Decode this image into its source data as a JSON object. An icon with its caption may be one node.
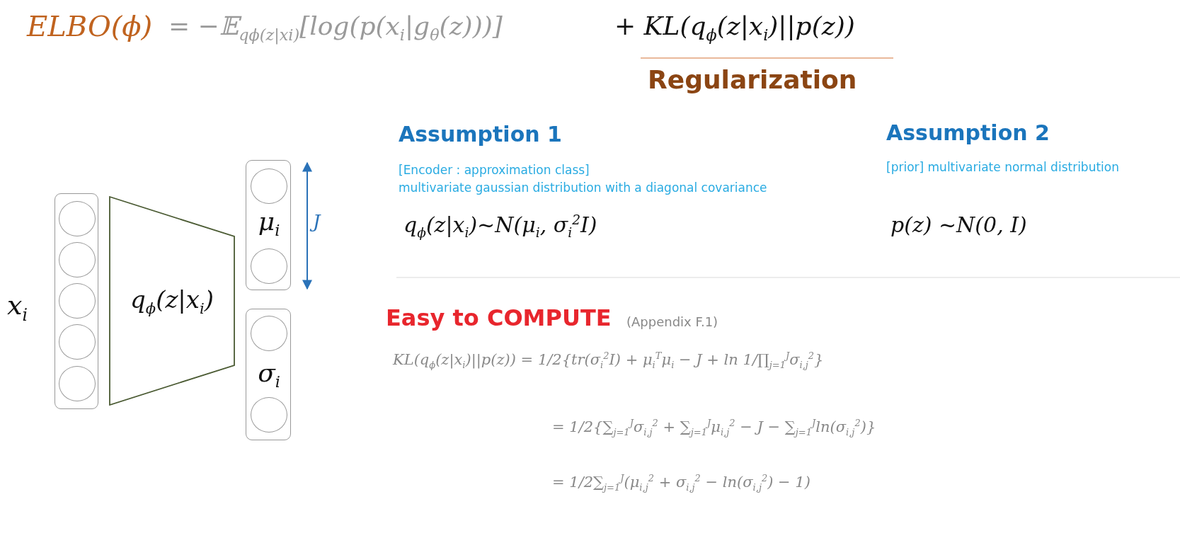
{
  "diagram": {
    "nodes": [
      {
        "text": [],
        "shape": "box",
        "beside": [
          "x$_{i}$"
        ]
      },
      {
        "text": [],
        "shape": "circle",
        "in": 0
      },
      {
        "text": [],
        "shape": "circle",
        "in": 0
      },
      {
        "text": [],
        "shape": "circle",
        "in": 0
      },
      {
        "text": [],
        "shape": "circle",
        "in": 0
      },
      {
        "text": [],
        "shape": "circle",
        "in": 0
      },
      {
        "text": [
          "q$_{ϕ}$(z|x$_{i}$)"
        ]
      },
      {
        "text": [
          "μ$_{i}$"
        ]
      },
      {
        "text": [],
        "shape": "circle",
        "in": 7
      },
      {
        "text": [],
        "shape": "circle",
        "in": 7
      },
      {
        "text": [
          "σ$_{i}$"
        ]
      },
      {
        "text": [],
        "shape": "circle",
        "in": 10
      },
      {
        "text": [],
        "shape": "circle",
        "in": 10
      }
    ],
    "edges": [],
    "labels": [
      "ELBO(ϕ)",
      "= −𝔼$_{qϕ(z|xi)}$[log(p(x$_{i}$|g$_{θ}$(z)))]",
      "+ KL(q$_{ϕ}$(z|x$_{i}$)||p(z))",
      "Regularization",
      "Assumption 1",
      "[Encoder : approximation class]",
      "multivariate gaussian distribution with a diagonal covariance",
      "q$_{ϕ}$(z|x$_{i}$)~N(μ$_{i}$, σ$_{i}$$^{2}$I)",
      "Assumption 2",
      "[prior] multivariate normal distribution",
      "p(z) ~N(0, I)",
      "J",
      "Easy to COMPUTE",
      "(Appendix F.1)",
      "KL(q$_{ϕ}$(z|x$_{i}$)||p(z)) = 1/2{tr(σ$_{i}$$^{2}$I) + μ$_{i}$$^{T}$μ$_{i}$ − J + ln 1/∏$_{j=1}$$^{J}$σ$_{i,j}$$^{2}$}",
      "= 1/2{∑$_{j=1}$$^{J}$σ$_{i,j}$$^{2}$ + ∑$_{j=1}$$^{J}$μ$_{i,j}$$^{2}$ − J − ∑$_{j=1}$$^{J}$ln(σ$_{i,j}$$^{2}$)}",
      "= 1/2∑$_{j=1}$$^{J}$(μ$_{i,j}$$^{2}$ + σ$_{i,j}$$^{2}$ − ln(σ$_{i,j}$$^{2}$) − 1)"
    ]
  }
}
